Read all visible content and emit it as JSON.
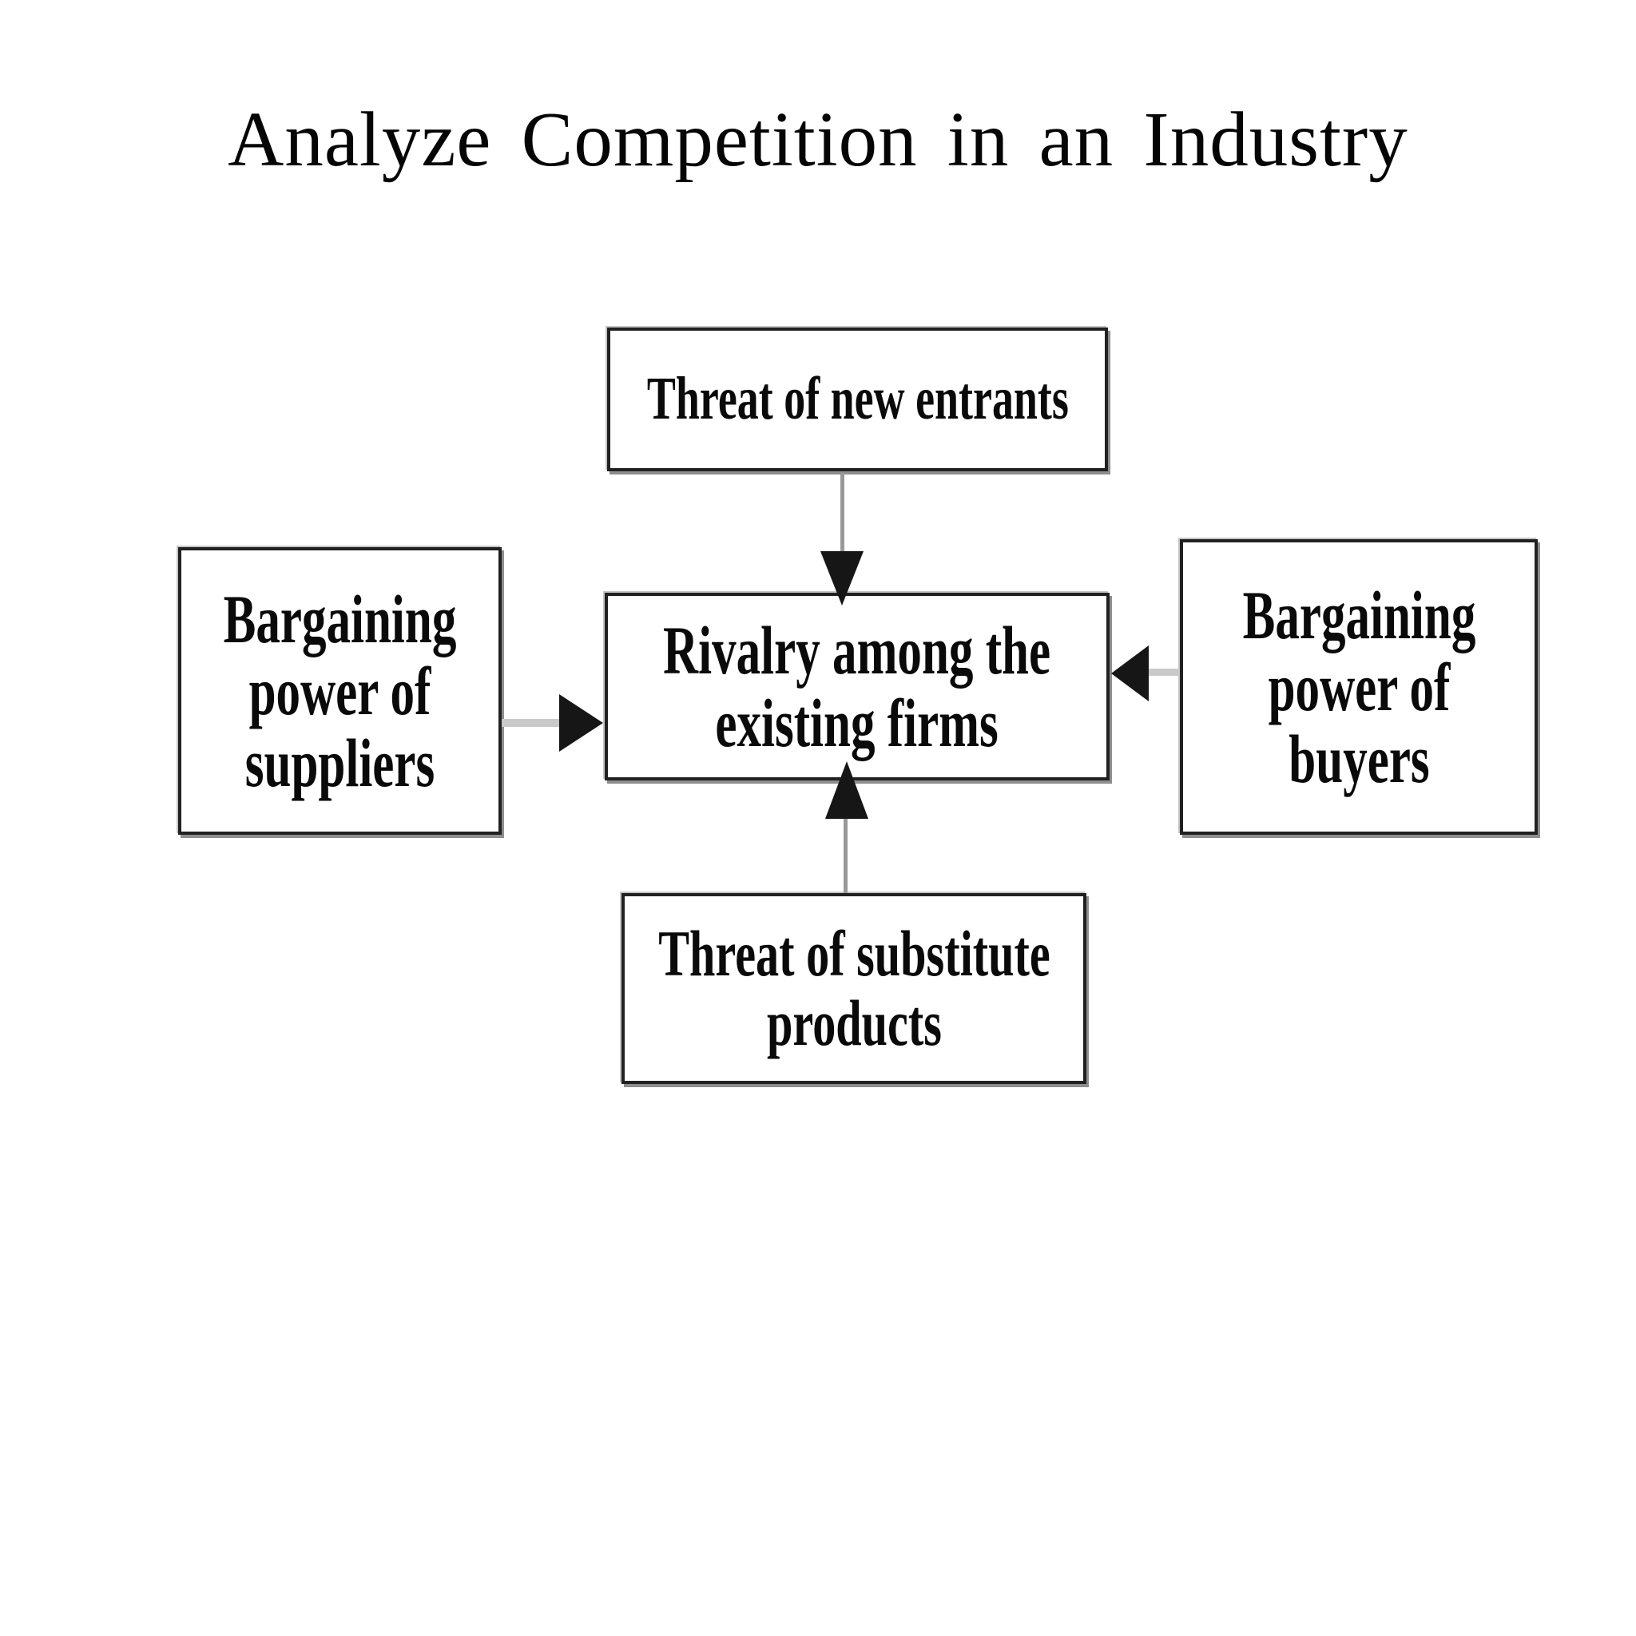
{
  "title": "Analyze Competition in an Industry",
  "diagram": {
    "boxes": {
      "top": {
        "label": "Threat of new entrants"
      },
      "center": {
        "label": "Rivalry among the\nexisting firms"
      },
      "left": {
        "label": "Bargaining\npower of\nsuppliers"
      },
      "right": {
        "label": "Bargaining\npower of\nbuyers"
      },
      "bottom": {
        "label": "Threat of substitute\nproducts"
      }
    },
    "connectors": [
      {
        "from": "top",
        "to": "center",
        "direction": "down"
      },
      {
        "from": "left",
        "to": "center",
        "direction": "right"
      },
      {
        "from": "right",
        "to": "center",
        "direction": "left"
      },
      {
        "from": "bottom",
        "to": "center",
        "direction": "up"
      }
    ],
    "colors": {
      "background": "#ffffff",
      "text": "#0a0a0a",
      "box_border": "#212121",
      "box_shadow": "#8e8e8e",
      "connector_light_gray": "#c9c9c9",
      "connector_gray": "#989898",
      "arrowhead_black": "#161616"
    }
  }
}
